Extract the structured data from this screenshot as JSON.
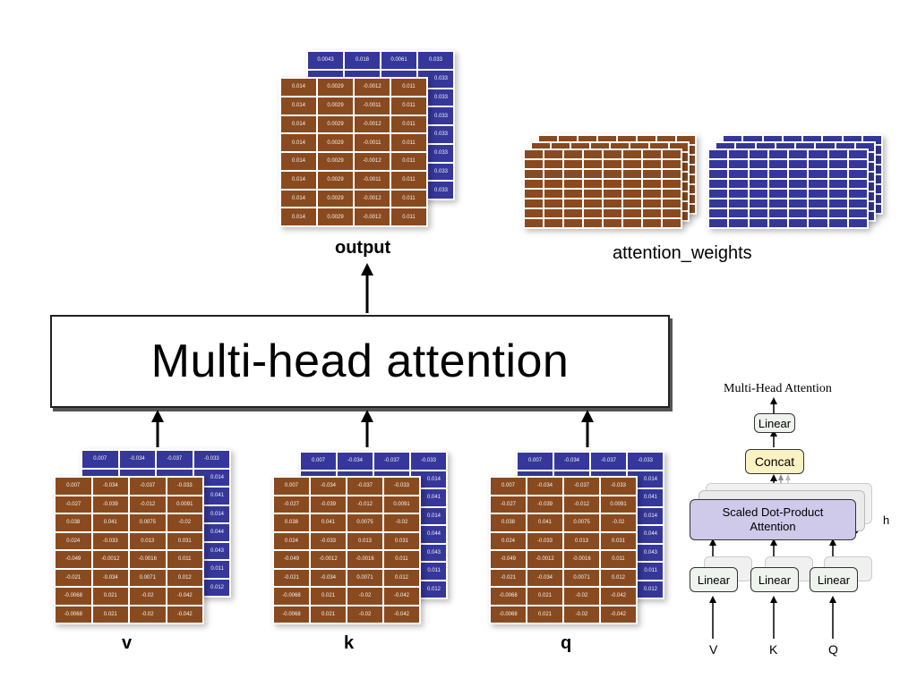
{
  "main_block": {
    "label": "Multi-head attention"
  },
  "labels": {
    "output": "output",
    "attention_weights": "attention_weights",
    "v": "v",
    "k": "k",
    "q": "q"
  },
  "output_matrix": {
    "back_row": [
      "0.0043",
      "0.018",
      "0.0061",
      "0.033"
    ],
    "back_right_col": [
      "0.033",
      "0.033",
      "0.033",
      "0.033",
      "0.033",
      "0.033",
      "0.033"
    ],
    "front_rows": [
      [
        "0.014",
        "0.0029",
        "-0.0012",
        "0.011"
      ],
      [
        "0.014",
        "0.0029",
        "-0.0011",
        "0.011"
      ],
      [
        "0.014",
        "0.0029",
        "-0.0012",
        "0.011"
      ],
      [
        "0.014",
        "0.0029",
        "-0.0011",
        "0.011"
      ],
      [
        "0.014",
        "0.0029",
        "-0.0012",
        "0.011"
      ],
      [
        "0.014",
        "0.0029",
        "-0.0011",
        "0.011"
      ],
      [
        "0.014",
        "0.0029",
        "-0.0012",
        "0.011"
      ],
      [
        "0.014",
        "0.0029",
        "-0.0012",
        "0.011"
      ]
    ]
  },
  "input_matrix": {
    "back_row": [
      "0.007",
      "-0.034",
      "-0.037",
      "-0.033"
    ],
    "back_right_col": [
      "0.014",
      "0.041",
      "0.014",
      "0.044",
      "0.043",
      "0.011",
      "0.012"
    ],
    "front_rows": [
      [
        "0.007",
        "-0.034",
        "-0.037",
        "-0.033"
      ],
      [
        "-0.027",
        "-0.039",
        "-0.012",
        "0.0091"
      ],
      [
        "0.038",
        "0.041",
        "0.0075",
        "-0.02"
      ],
      [
        "0.024",
        "-0.033",
        "0.013",
        "0.031"
      ],
      [
        "-0.049",
        "-0.0012",
        "-0.0016",
        "0.011"
      ],
      [
        "-0.021",
        "-0.034",
        "0.0071",
        "0.012"
      ],
      [
        "-0.0068",
        "0.021",
        "-0.02",
        "-0.042"
      ],
      [
        "-0.0068",
        "0.021",
        "-0.02",
        "-0.042"
      ]
    ]
  },
  "architecture": {
    "title": "Multi-Head Attention",
    "linear_top": "Linear",
    "concat": "Concat",
    "sdpa_line1": "Scaled Dot-Product",
    "sdpa_line2": "Attention",
    "h": "h",
    "linear_v": "Linear",
    "linear_k": "Linear",
    "linear_q": "Linear",
    "in_v": "V",
    "in_k": "K",
    "in_q": "Q"
  },
  "colors": {
    "brown": "#8a4a1f",
    "blue": "#35379a",
    "sdpa": "#cfc9ea",
    "concat": "#fbf2c4",
    "linear": "#eef3ee"
  }
}
